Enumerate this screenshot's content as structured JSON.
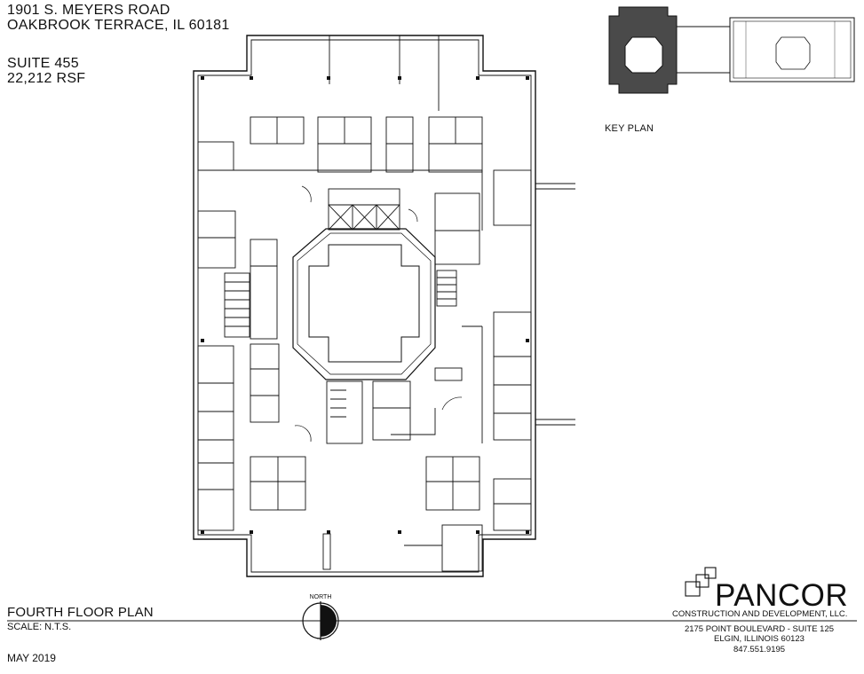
{
  "property": {
    "address_line1": "1901 S. MEYERS ROAD",
    "address_line2": "OAKBROOK TERRACE, IL 60181",
    "suite": "SUITE 455",
    "area": "22,212 RSF"
  },
  "key_plan": {
    "label": "KEY PLAN"
  },
  "plan": {
    "title": "FOURTH FLOOR PLAN",
    "scale": "SCALE: N.T.S.",
    "date": "MAY 2019",
    "north_label": "NORTH"
  },
  "company": {
    "name": "PANCOR",
    "tagline": "CONSTRUCTION AND DEVELOPMENT, LLC.",
    "street": "2175 POINT BOULEVARD - SUITE 125",
    "city": "ELGIN, ILLINOIS 60123",
    "phone": "847.551.9195"
  },
  "colors": {
    "line": "#111111",
    "key_fill": "#4a4a4a"
  }
}
